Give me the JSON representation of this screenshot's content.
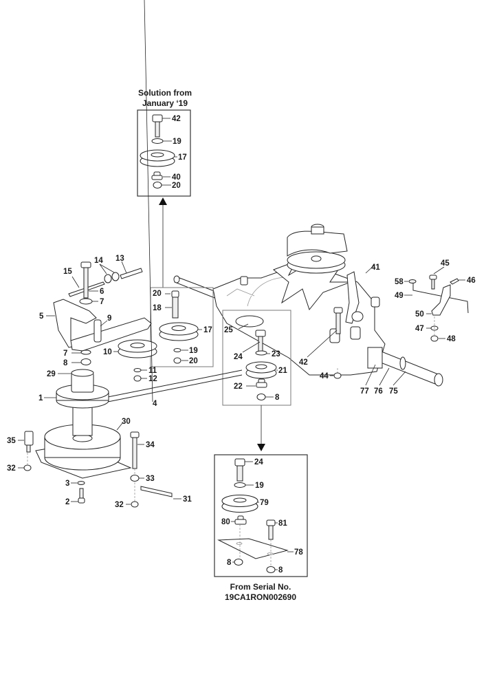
{
  "captions": {
    "top_box_line1": "Solution from",
    "top_box_line2": "January ‘19",
    "bottom_box_line1": "From Serial No.",
    "bottom_box_line2": "19CA1RON002690"
  },
  "top_box_labels": [
    "42",
    "19",
    "17",
    "40",
    "20"
  ],
  "bottom_box_labels": [
    "24",
    "19",
    "79",
    "80",
    "81",
    "78",
    "8",
    "8"
  ],
  "main_labels": {
    "l1": "1",
    "l2": "2",
    "l3": "3",
    "l4": "4",
    "l5": "5",
    "l6": "6",
    "l7a": "7",
    "l7b": "7",
    "l8a": "8",
    "l8b": "8",
    "l9": "9",
    "l10": "10",
    "l11": "11",
    "l12": "12",
    "l13": "13",
    "l14": "14",
    "l15": "15",
    "l17": "17",
    "l18": "18",
    "l19": "19",
    "l20a": "20",
    "l20b": "20",
    "l21": "21",
    "l22": "22",
    "l23": "23",
    "l24": "24",
    "l25": "25",
    "l29": "29",
    "l30": "30",
    "l31": "31",
    "l32a": "32",
    "l32b": "32",
    "l33": "33",
    "l34": "34",
    "l35": "35",
    "l41": "41",
    "l42": "42",
    "l44": "44",
    "l45": "45",
    "l46": "46",
    "l47": "47",
    "l48": "48",
    "l49": "49",
    "l50": "50",
    "l58": "58",
    "l75": "75",
    "l76": "76",
    "l77": "77"
  }
}
